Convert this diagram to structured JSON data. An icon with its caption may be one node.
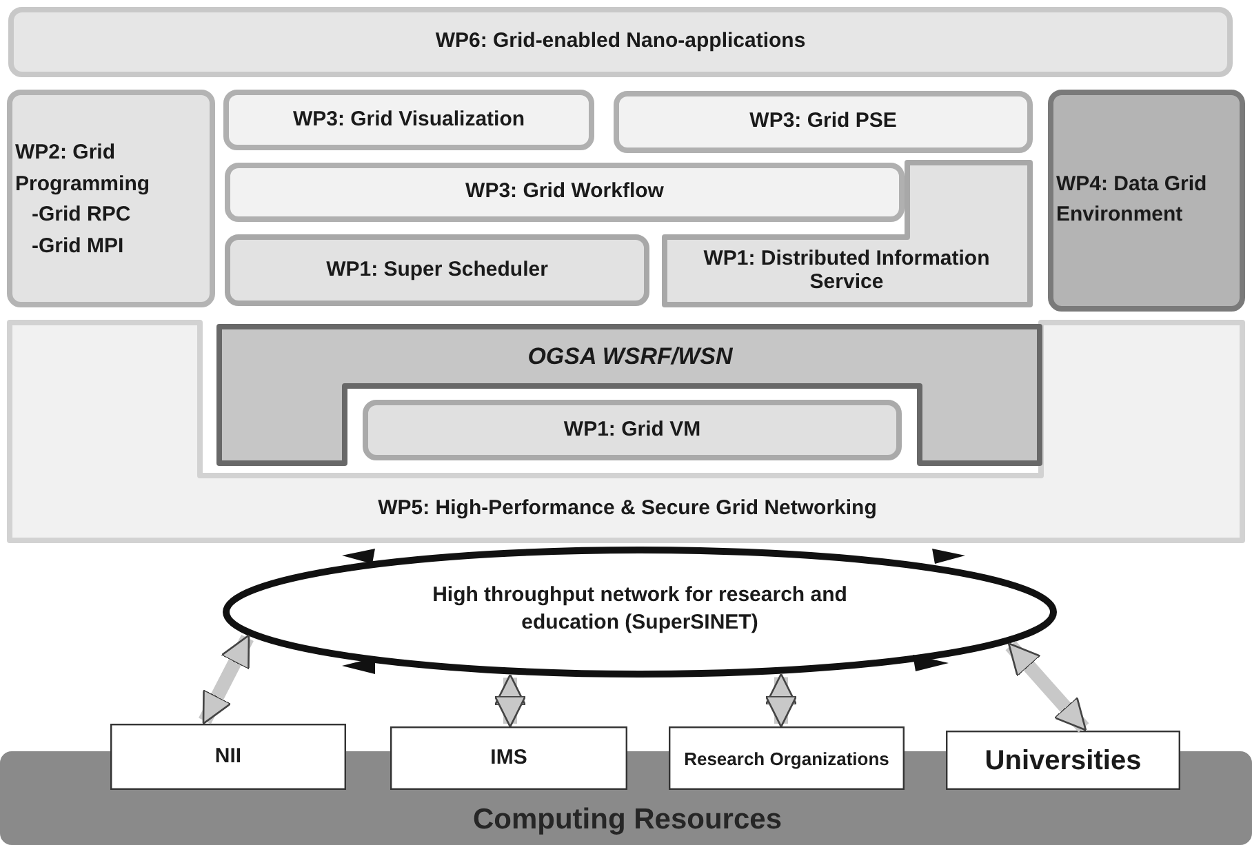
{
  "diagram": {
    "nodes": [
      {
        "text": [
          "WP6: Grid-enabled Nano-applications"
        ]
      },
      {
        "text": [
          "WP2: Grid Programming",
          "-Grid RPC",
          "-Grid MPI"
        ]
      },
      {
        "text": [
          "WP3: Grid Visualization"
        ]
      },
      {
        "text": [
          "WP3:  Grid PSE"
        ]
      },
      {
        "text": [
          "WP3: Grid Workflow"
        ]
      },
      {
        "text": [
          "WP1: Super Scheduler"
        ]
      },
      {
        "text": [
          "WP1: Distributed Information Service"
        ]
      },
      {
        "text": [
          "WP4: Data Grid Environment"
        ]
      },
      {
        "text": [
          "WP5: High-Performance & Secure Grid Networking"
        ]
      },
      {
        "text": [
          "OGSA WSRF/WSN"
        ],
        "in": 8
      },
      {
        "text": [
          "WP1: Grid VM"
        ],
        "in": 9
      },
      {
        "text": [
          "High throughput network for research and education (SuperSINET)"
        ]
      },
      {
        "text": [
          "Computing Resources"
        ]
      },
      {
        "text": [
          "NII"
        ]
      },
      {
        "text": [
          "IMS"
        ]
      },
      {
        "text": [
          "Research Organizations"
        ]
      },
      {
        "text": [
          "Universities"
        ]
      }
    ],
    "edges": [
      {
        "from": 11,
        "to": 13,
        "arrow": "both"
      },
      {
        "from": 11,
        "to": 14,
        "arrow": "both"
      },
      {
        "from": 11,
        "to": 15,
        "arrow": "both"
      },
      {
        "from": 11,
        "to": 16,
        "arrow": "both"
      }
    ]
  }
}
